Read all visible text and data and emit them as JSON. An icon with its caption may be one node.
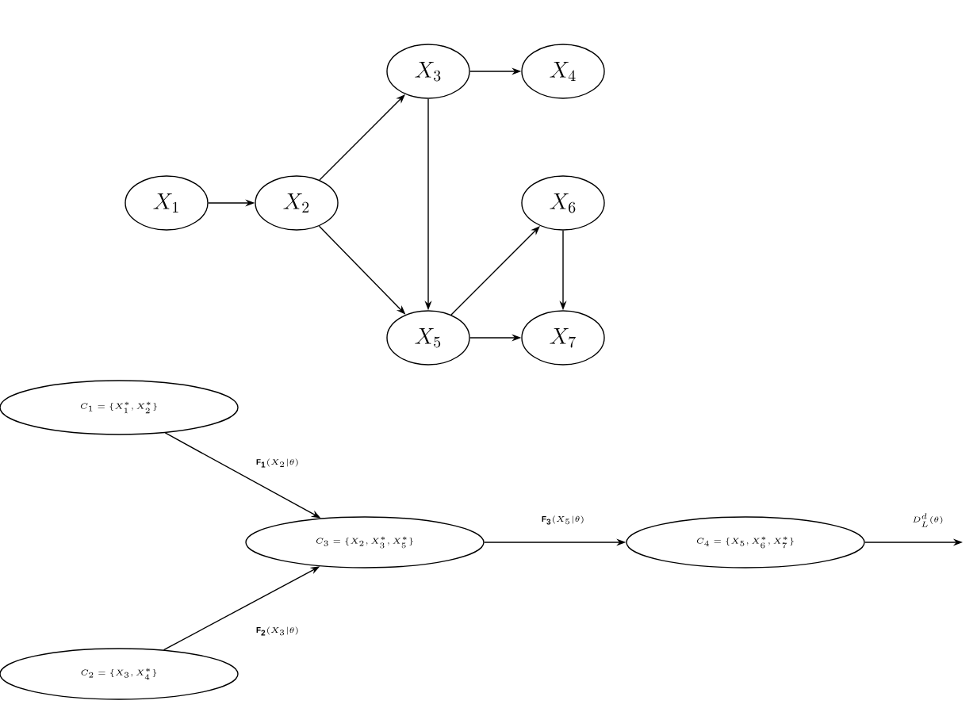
{
  "diagram": {
    "nodes": [
      {
        "text": [
          "X_1"
        ]
      },
      {
        "text": [
          "X_2"
        ]
      },
      {
        "text": [
          "X_3"
        ]
      },
      {
        "text": [
          "X_4"
        ]
      },
      {
        "text": [
          "X_6"
        ]
      },
      {
        "text": [
          "X_5"
        ]
      },
      {
        "text": [
          "X_7"
        ]
      },
      {
        "text": [
          "C_1 = \\{X_1^*, X_2^*\\}"
        ]
      },
      {
        "text": [
          "C_3 = \\{X_2, X_3^*, X_5^*\\}"
        ]
      },
      {
        "text": [
          "C_4 = \\{X_5, X_6^*, X_7^*\\}"
        ]
      },
      {
        "text": [
          "C_2 = \\{X_3, X_4^*\\}"
        ]
      }
    ],
    "edges": [
      {
        "from": 0,
        "to": 1,
        "arrow": "to"
      },
      {
        "from": 1,
        "to": 2,
        "arrow": "to"
      },
      {
        "from": 1,
        "to": 5,
        "arrow": "to"
      },
      {
        "from": 2,
        "to": 3,
        "arrow": "to"
      },
      {
        "from": 2,
        "to": 5,
        "arrow": "to"
      },
      {
        "from": 5,
        "to": 4,
        "arrow": "to"
      },
      {
        "from": 5,
        "to": 6,
        "arrow": "to"
      },
      {
        "from": 4,
        "to": 6,
        "arrow": "to"
      },
      {
        "from": 7,
        "to": 8,
        "arrow": "to",
        "label": "\\mathbf{F_1}(X_2|\\theta)"
      },
      {
        "from": 10,
        "to": 8,
        "arrow": "to",
        "label": "\\mathbf{F_2}(X_3|\\theta)"
      },
      {
        "from": 8,
        "to": 9,
        "arrow": "to",
        "label": "\\mathbf{F_3}(X_5|\\theta)"
      },
      {
        "from": 9,
        "to": null,
        "arrow": "to",
        "label": "D_L^d(\\theta)"
      }
    ]
  }
}
